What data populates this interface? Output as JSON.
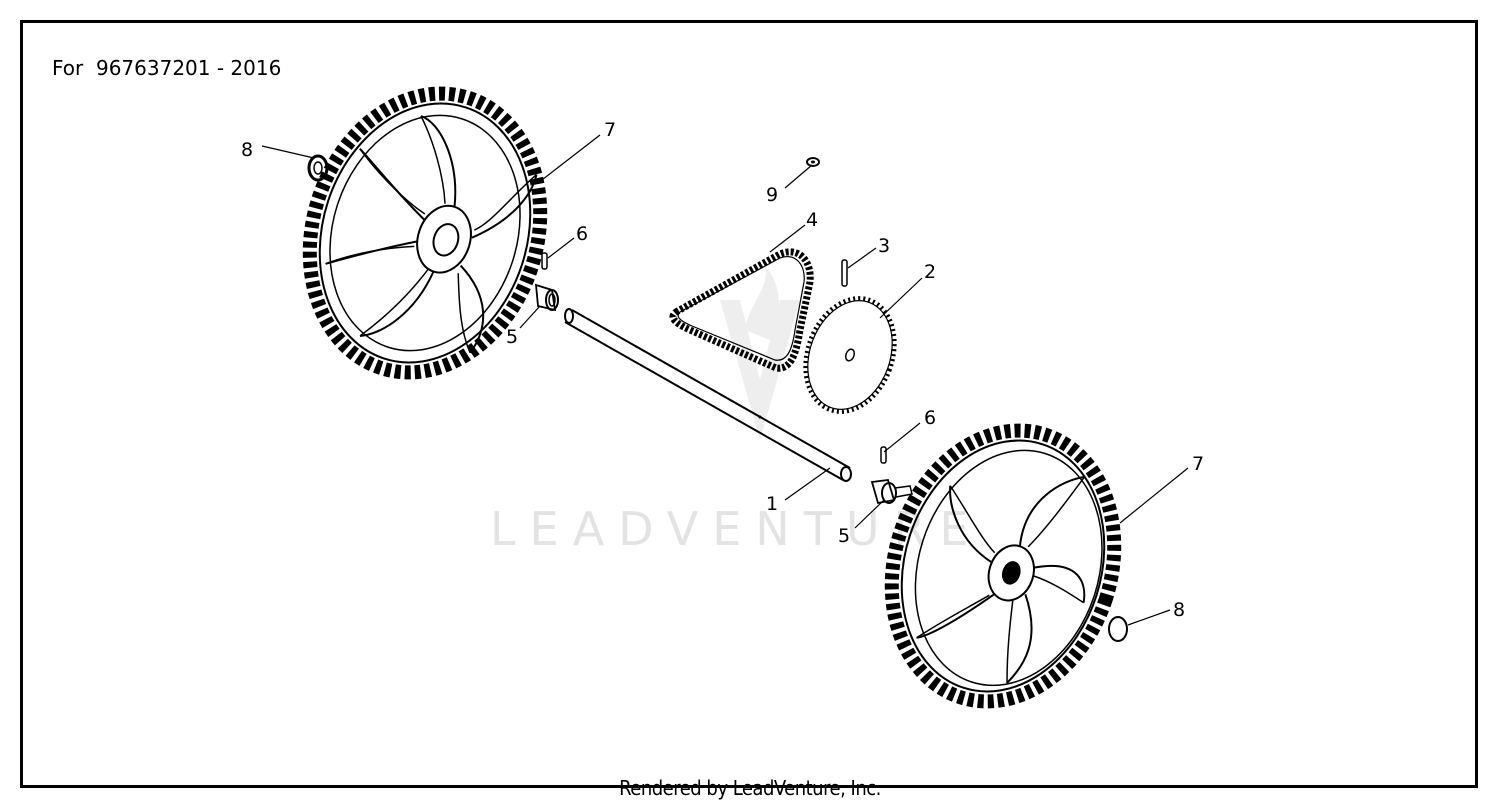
{
  "header": {
    "model_label": "For  967637201 - 2016"
  },
  "footer": {
    "credit": "Rendered by LeadVenture, Inc."
  },
  "watermark": {
    "text": "LEADVENTURE",
    "color": "#e3e3e3"
  },
  "callouts": [
    "8",
    "7",
    "9",
    "4",
    "6",
    "3",
    "2",
    "5",
    "1",
    "6",
    "7",
    "5",
    "8"
  ],
  "colors": {
    "line": "#000000",
    "background": "#ffffff"
  }
}
